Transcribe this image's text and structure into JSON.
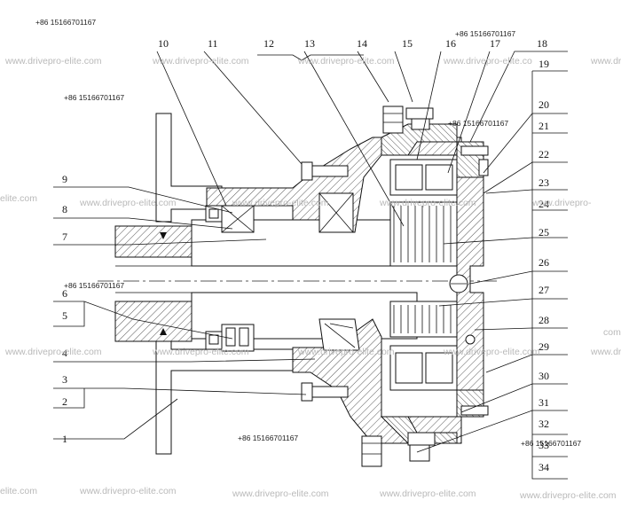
{
  "diagram": {
    "part_numbers_left": [
      "9",
      "8",
      "7",
      "6",
      "5",
      "4",
      "3",
      "2",
      "1"
    ],
    "part_numbers_top": [
      "10",
      "11",
      "12",
      "13",
      "14",
      "15",
      "16",
      "17",
      "18"
    ],
    "part_numbers_right": [
      "19",
      "20",
      "21",
      "22",
      "23",
      "24",
      "25",
      "26",
      "27",
      "28",
      "29",
      "30",
      "31",
      "32",
      "33",
      "34"
    ]
  },
  "watermarks": {
    "phone": "+86 15166701167",
    "site": "www.drivepro-elite.com",
    "site_short": "elite.com",
    "site_prefix": "www.drivepro-",
    "site_mid": "www.drivepro-elite.co",
    "site_com": "com"
  }
}
